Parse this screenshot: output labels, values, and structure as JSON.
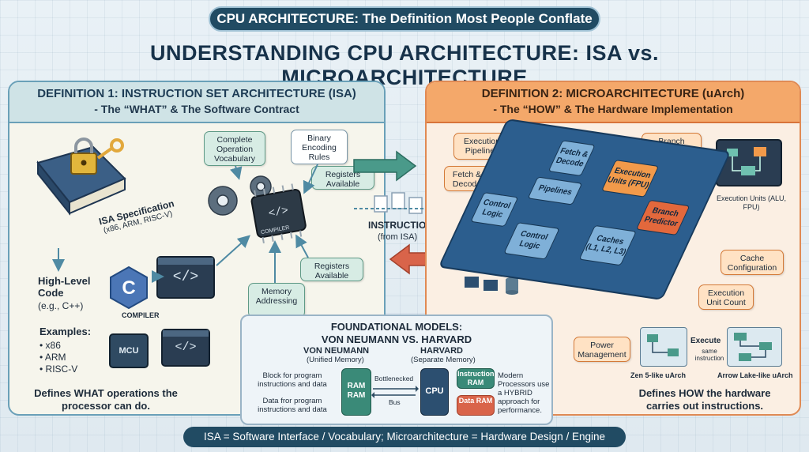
{
  "banner": "CPU ARCHITECTURE: The Definition Most People Conflate",
  "title": "UNDERSTANDING CPU ARCHITECTURE: ISA vs. MICROARCHITECTURE",
  "left": {
    "title": "DEFINITION 1: INSTRUCTION SET ARCHITECTURE (ISA)",
    "subtitle": "- The “WHAT” & The Software Contract",
    "isa_spec": "ISA Specification",
    "isa_spec_sub": "(x86, ARM, RISC-V)",
    "notes": {
      "vocab": "Complete Operation Vocabulary",
      "encoding": "Binary Encoding Rules",
      "registers1": "Registers Available",
      "registers2": "Registers Available",
      "memory": "Memory Addressing"
    },
    "chip_label": "COMPILER",
    "compiler": "COMPILER",
    "high_level": "High-Level Code",
    "high_level_sub": "(e.g., C++)",
    "examples_title": "Examples:",
    "examples": [
      "• x86",
      "• ARM",
      "• RISC-V"
    ],
    "mcu": "MCU",
    "footer": "Defines WHAT operations the processor can do."
  },
  "middle": {
    "instructions": "INSTRUCTIONS",
    "instructions_sub": "(from ISA)"
  },
  "right": {
    "title": "DEFINITION 2: MICROARCHITECTURE (uArch)",
    "subtitle": "- The “HOW” & The Hardware Implementation",
    "notes": {
      "pipelines": "Execution Pipelines",
      "fetch": "Fetch & Decode",
      "branch": "Branch Predictor Strategy",
      "cache": "Cache Configuration",
      "exec_count": "Execution Unit Count",
      "power": "Power Management"
    },
    "exec_units": "Execution Units (ALU, FPU)",
    "blocks": {
      "fetch": "Fetch & Decode",
      "pipelines": "Pipelines",
      "exec": "Execution Units (FPU)",
      "branch": "Branch Predictor",
      "control1": "Control Logic",
      "control2": "Control Logic",
      "caches": "Caches (L1, L2, L3)"
    },
    "execute": "Execute",
    "same_instruction": "same instruction",
    "zen": "Zen 5-like uArch",
    "arrow": "Arrow Lake-like uArch",
    "footer": "Defines HOW the hardware carries out instructions."
  },
  "center": {
    "title": "FOUNDATIONAL MODELS:",
    "title2": "VON NEUMANN VS. HARVARD",
    "vn": "VON NEUMANN",
    "vn_sub": "(Unified Memory)",
    "harvard": "HARVARD",
    "harvard_sub": "(Separate Memory)",
    "vn_note1": "Block for program instructions and data",
    "vn_note2": "Data fror program instructions and data",
    "bottlenecked": "Bottlenecked",
    "bus": "Bus",
    "ram": "RAM RAM",
    "cpu": "CPU",
    "instr_ram": "Instruction RAM",
    "data_ram": "Data RAM",
    "modern": "Modern Processors use a HYBRID approach for performance."
  },
  "bottom": "ISA = Software Interface / Vocabulary; Microarchitecture = Hardware Design / Engine",
  "colors": {
    "navy": "#214b63",
    "teal": "#6aa0b8",
    "orange": "#e08a54"
  }
}
